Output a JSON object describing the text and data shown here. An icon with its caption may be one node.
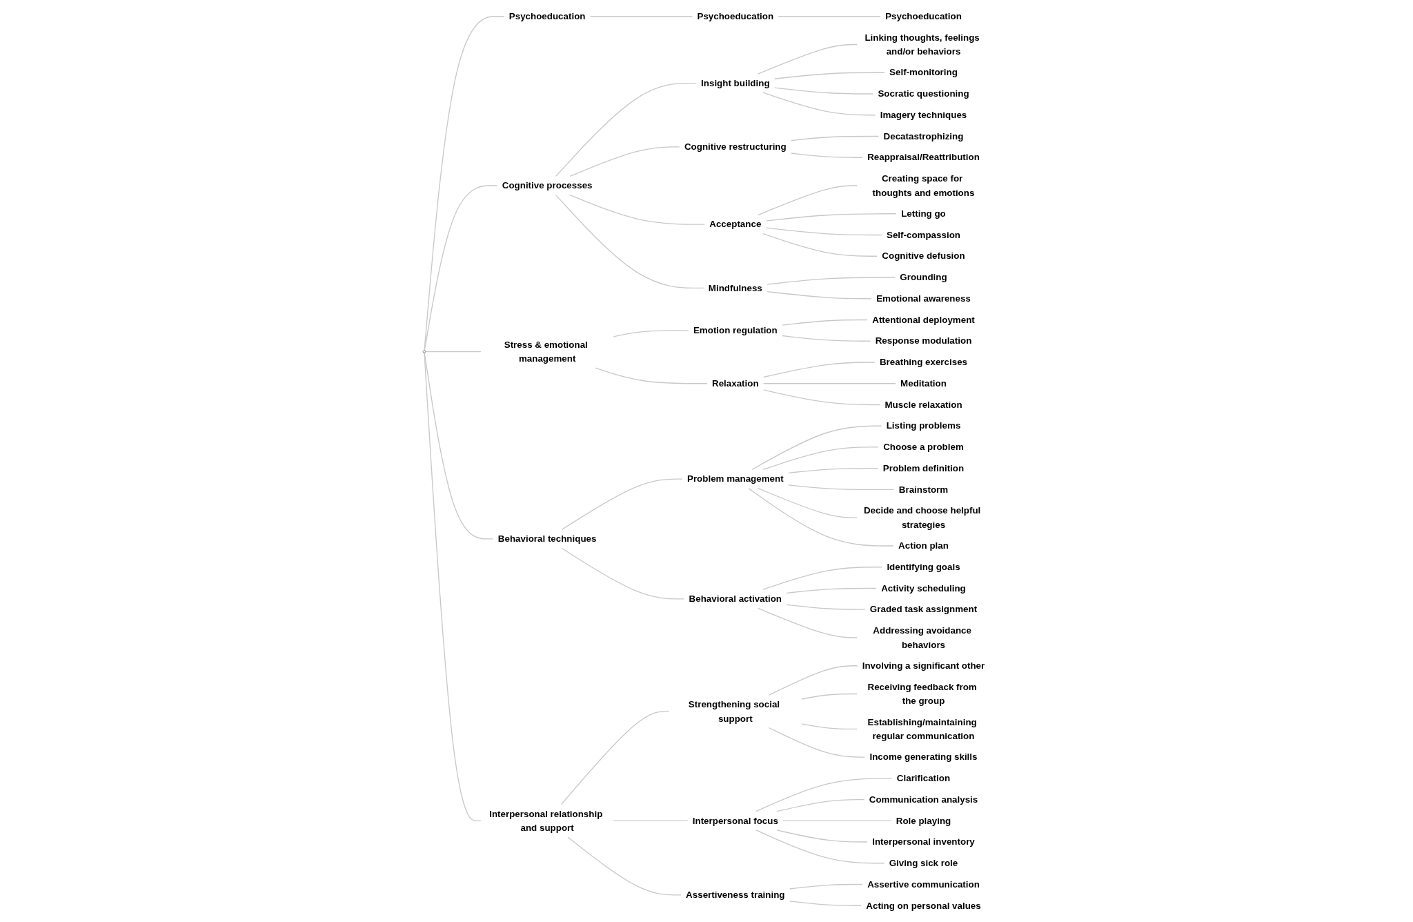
{
  "diagram": {
    "nodes": [
      {
        "text": [],
        "shape": "circle"
      },
      {
        "text": [
          "Psychoeducation"
        ]
      },
      {
        "text": [
          "Cognitive processes"
        ]
      },
      {
        "text": [
          "Stress & emotional management"
        ]
      },
      {
        "text": [
          "Behavioral techniques"
        ]
      },
      {
        "text": [
          "Interpersonal relationship and support"
        ]
      },
      {
        "text": [
          "Psychoeducation"
        ]
      },
      {
        "text": [
          "Insight building"
        ]
      },
      {
        "text": [
          "Cognitive restructuring"
        ]
      },
      {
        "text": [
          "Acceptance"
        ]
      },
      {
        "text": [
          "Mindfulness"
        ]
      },
      {
        "text": [
          "Emotion regulation"
        ]
      },
      {
        "text": [
          "Relaxation"
        ]
      },
      {
        "text": [
          "Problem management"
        ]
      },
      {
        "text": [
          "Behavioral activation"
        ]
      },
      {
        "text": [
          "Strengthening social support"
        ]
      },
      {
        "text": [
          "Interpersonal focus"
        ]
      },
      {
        "text": [
          "Assertiveness training"
        ]
      },
      {
        "text": [
          "Psychoeducation"
        ]
      },
      {
        "text": [
          "Linking thoughts, feelings and/or behaviors"
        ]
      },
      {
        "text": [
          "Self-monitoring"
        ]
      },
      {
        "text": [
          "Socratic questioning"
        ]
      },
      {
        "text": [
          "Imagery techniques"
        ]
      },
      {
        "text": [
          "Decatastrophizing"
        ]
      },
      {
        "text": [
          "Reappraisal/Reattribution"
        ]
      },
      {
        "text": [
          "Creating space for thoughts and emotions"
        ]
      },
      {
        "text": [
          "Letting go"
        ]
      },
      {
        "text": [
          "Self-compassion"
        ]
      },
      {
        "text": [
          "Cognitive defusion"
        ]
      },
      {
        "text": [
          "Grounding"
        ]
      },
      {
        "text": [
          "Emotional awareness"
        ]
      },
      {
        "text": [
          "Attentional deployment"
        ]
      },
      {
        "text": [
          "Response modulation"
        ]
      },
      {
        "text": [
          "Breathing exercises"
        ]
      },
      {
        "text": [
          "Meditation"
        ]
      },
      {
        "text": [
          "Muscle relaxation"
        ]
      },
      {
        "text": [
          "Listing problems"
        ]
      },
      {
        "text": [
          "Choose a problem"
        ]
      },
      {
        "text": [
          "Problem definition"
        ]
      },
      {
        "text": [
          "Brainstorm"
        ]
      },
      {
        "text": [
          "Decide and choose helpful strategies"
        ]
      },
      {
        "text": [
          "Action plan"
        ]
      },
      {
        "text": [
          "Identifying goals"
        ]
      },
      {
        "text": [
          "Activity scheduling"
        ]
      },
      {
        "text": [
          "Graded task assignment"
        ]
      },
      {
        "text": [
          "Addressing avoidance behaviors"
        ]
      },
      {
        "text": [
          "Involving a significant other"
        ]
      },
      {
        "text": [
          "Receiving feedback from the group"
        ]
      },
      {
        "text": [
          "Establishing/maintaining regular communication"
        ]
      },
      {
        "text": [
          "Income generating skills"
        ]
      },
      {
        "text": [
          "Clarification"
        ]
      },
      {
        "text": [
          "Communication analysis"
        ]
      },
      {
        "text": [
          "Role playing"
        ]
      },
      {
        "text": [
          "Interpersonal inventory"
        ]
      },
      {
        "text": [
          "Giving sick role"
        ]
      },
      {
        "text": [
          "Assertive communication"
        ]
      },
      {
        "text": [
          "Acting on personal values"
        ]
      }
    ],
    "edges": [
      {
        "from": 0,
        "to": 1,
        "arrow": "none"
      },
      {
        "from": 0,
        "to": 2,
        "arrow": "none"
      },
      {
        "from": 0,
        "to": 3,
        "arrow": "none"
      },
      {
        "from": 0,
        "to": 4,
        "arrow": "none"
      },
      {
        "from": 0,
        "to": 5,
        "arrow": "none"
      },
      {
        "from": 1,
        "to": 6,
        "arrow": "none"
      },
      {
        "from": 2,
        "to": 7,
        "arrow": "none"
      },
      {
        "from": 2,
        "to": 8,
        "arrow": "none"
      },
      {
        "from": 2,
        "to": 9,
        "arrow": "none"
      },
      {
        "from": 2,
        "to": 10,
        "arrow": "none"
      },
      {
        "from": 3,
        "to": 11,
        "arrow": "none"
      },
      {
        "from": 3,
        "to": 12,
        "arrow": "none"
      },
      {
        "from": 4,
        "to": 13,
        "arrow": "none"
      },
      {
        "from": 4,
        "to": 14,
        "arrow": "none"
      },
      {
        "from": 5,
        "to": 15,
        "arrow": "none"
      },
      {
        "from": 5,
        "to": 16,
        "arrow": "none"
      },
      {
        "from": 5,
        "to": 17,
        "arrow": "none"
      },
      {
        "from": 6,
        "to": 18,
        "arrow": "none"
      },
      {
        "from": 7,
        "to": 19,
        "arrow": "none"
      },
      {
        "from": 7,
        "to": 20,
        "arrow": "none"
      },
      {
        "from": 7,
        "to": 21,
        "arrow": "none"
      },
      {
        "from": 7,
        "to": 22,
        "arrow": "none"
      },
      {
        "from": 8,
        "to": 23,
        "arrow": "none"
      },
      {
        "from": 8,
        "to": 24,
        "arrow": "none"
      },
      {
        "from": 9,
        "to": 25,
        "arrow": "none"
      },
      {
        "from": 9,
        "to": 26,
        "arrow": "none"
      },
      {
        "from": 9,
        "to": 27,
        "arrow": "none"
      },
      {
        "from": 9,
        "to": 28,
        "arrow": "none"
      },
      {
        "from": 10,
        "to": 29,
        "arrow": "none"
      },
      {
        "from": 10,
        "to": 30,
        "arrow": "none"
      },
      {
        "from": 11,
        "to": 31,
        "arrow": "none"
      },
      {
        "from": 11,
        "to": 32,
        "arrow": "none"
      },
      {
        "from": 12,
        "to": 33,
        "arrow": "none"
      },
      {
        "from": 12,
        "to": 34,
        "arrow": "none"
      },
      {
        "from": 12,
        "to": 35,
        "arrow": "none"
      },
      {
        "from": 13,
        "to": 36,
        "arrow": "none"
      },
      {
        "from": 13,
        "to": 37,
        "arrow": "none"
      },
      {
        "from": 13,
        "to": 38,
        "arrow": "none"
      },
      {
        "from": 13,
        "to": 39,
        "arrow": "none"
      },
      {
        "from": 13,
        "to": 40,
        "arrow": "none"
      },
      {
        "from": 13,
        "to": 41,
        "arrow": "none"
      },
      {
        "from": 14,
        "to": 42,
        "arrow": "none"
      },
      {
        "from": 14,
        "to": 43,
        "arrow": "none"
      },
      {
        "from": 14,
        "to": 44,
        "arrow": "none"
      },
      {
        "from": 14,
        "to": 45,
        "arrow": "none"
      },
      {
        "from": 15,
        "to": 46,
        "arrow": "none"
      },
      {
        "from": 15,
        "to": 47,
        "arrow": "none"
      },
      {
        "from": 15,
        "to": 48,
        "arrow": "none"
      },
      {
        "from": 15,
        "to": 49,
        "arrow": "none"
      },
      {
        "from": 16,
        "to": 50,
        "arrow": "none"
      },
      {
        "from": 16,
        "to": 51,
        "arrow": "none"
      },
      {
        "from": 16,
        "to": 52,
        "arrow": "none"
      },
      {
        "from": 16,
        "to": 53,
        "arrow": "none"
      },
      {
        "from": 16,
        "to": 54,
        "arrow": "none"
      },
      {
        "from": 17,
        "to": 55,
        "arrow": "none"
      },
      {
        "from": 17,
        "to": 56,
        "arrow": "none"
      }
    ]
  }
}
